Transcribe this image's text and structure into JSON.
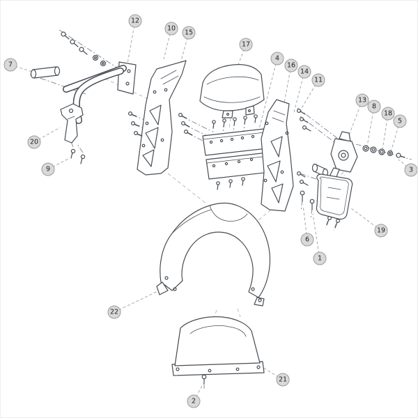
{
  "figure": {
    "type": "exploded-parts-diagram",
    "callouts": [
      "1",
      "2",
      "3",
      "4",
      "5",
      "6",
      "7",
      "8",
      "9",
      "10",
      "11",
      "12",
      "13",
      "14",
      "15",
      "16",
      "17",
      "18",
      "19",
      "20",
      "21",
      "22"
    ]
  },
  "colors": {
    "background": "#ffffff",
    "balloon_fill": "#d9d9d9",
    "balloon_border": "#9b9b9b",
    "balloon_text": "#222222",
    "part_outline": "#474d54",
    "leader_line": "#a3a8ad",
    "centerline": "#7d838a"
  }
}
